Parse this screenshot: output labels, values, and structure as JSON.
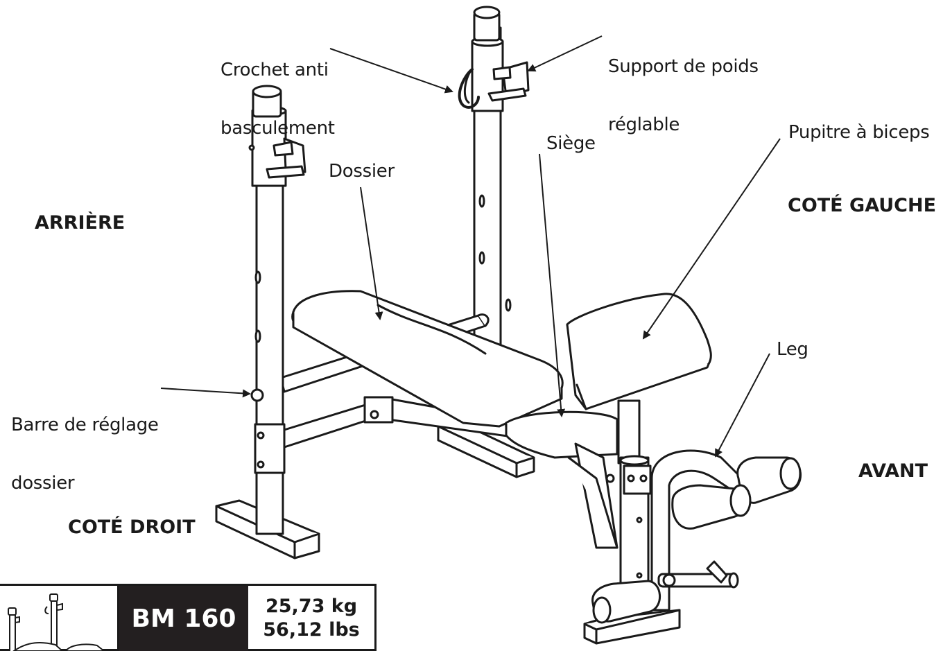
{
  "labels": {
    "crochet_line1": "Crochet anti",
    "crochet_line2": "basculement",
    "support_line1": "Support de poids",
    "support_line2": "réglable",
    "dossier": "Dossier",
    "siege": "Siège",
    "pupitre": "Pupitre à biceps",
    "leg": "Leg",
    "barre_line1": "Barre de réglage",
    "barre_line2": "dossier"
  },
  "sides": {
    "arriere": "ARRIÈRE",
    "cote_gauche": "COTÉ GAUCHE",
    "avant": "AVANT",
    "cote_droit": "COTÉ DROIT"
  },
  "infobox": {
    "model": "BM 160",
    "weight_kg": "25,73 kg",
    "weight_lbs": "56,12 lbs"
  },
  "colors": {
    "line": "#1a1a1a",
    "fill": "#ffffff",
    "model_bg": "#231f20"
  }
}
